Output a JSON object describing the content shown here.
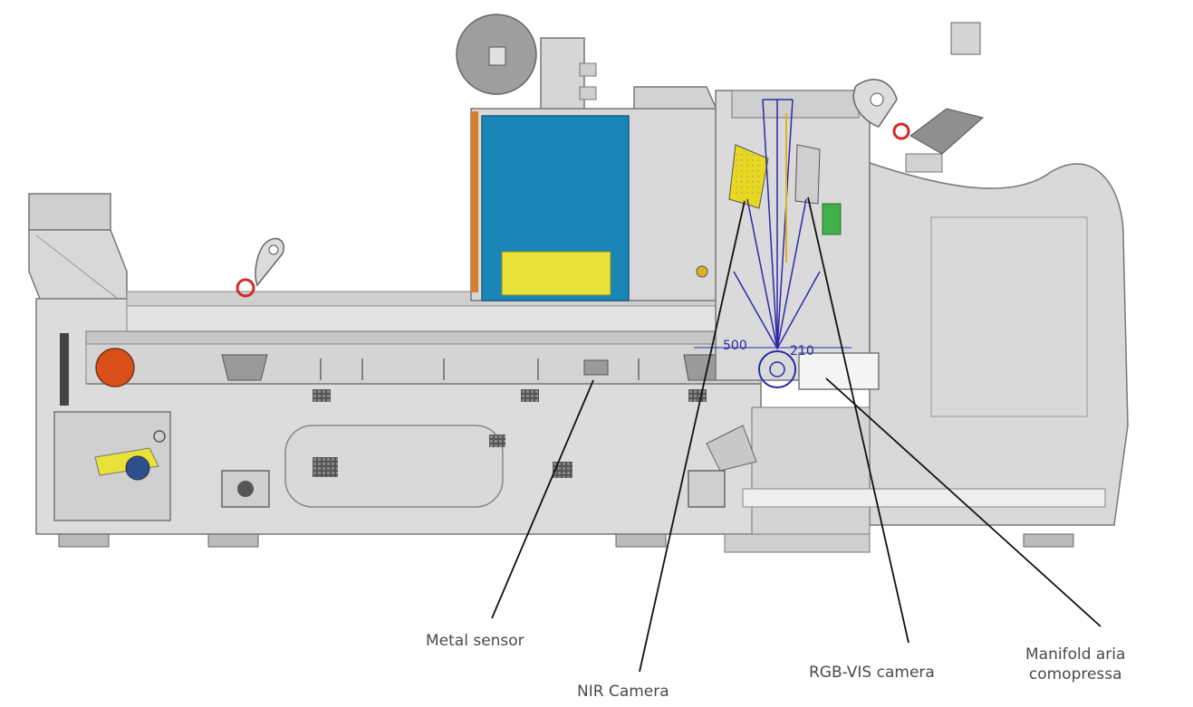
{
  "callouts": {
    "metal_sensor": "Metal sensor",
    "nir_camera": "NIR Camera",
    "rgb_camera": "RGB-VIS camera",
    "manifold_line1": "Manifold aria",
    "manifold_line2": "comopressa"
  },
  "dimensions": {
    "left": "500",
    "right": "210"
  },
  "colors": {
    "machine_body": "#d9d9d9",
    "machine_stroke": "#7a7a7a",
    "electrical_box": "#1a86b8",
    "yellow_panel": "#e8e23a",
    "orange": "#d84f1a",
    "optics_lines": "#2b2ba8",
    "hook_red": "#d62828"
  }
}
